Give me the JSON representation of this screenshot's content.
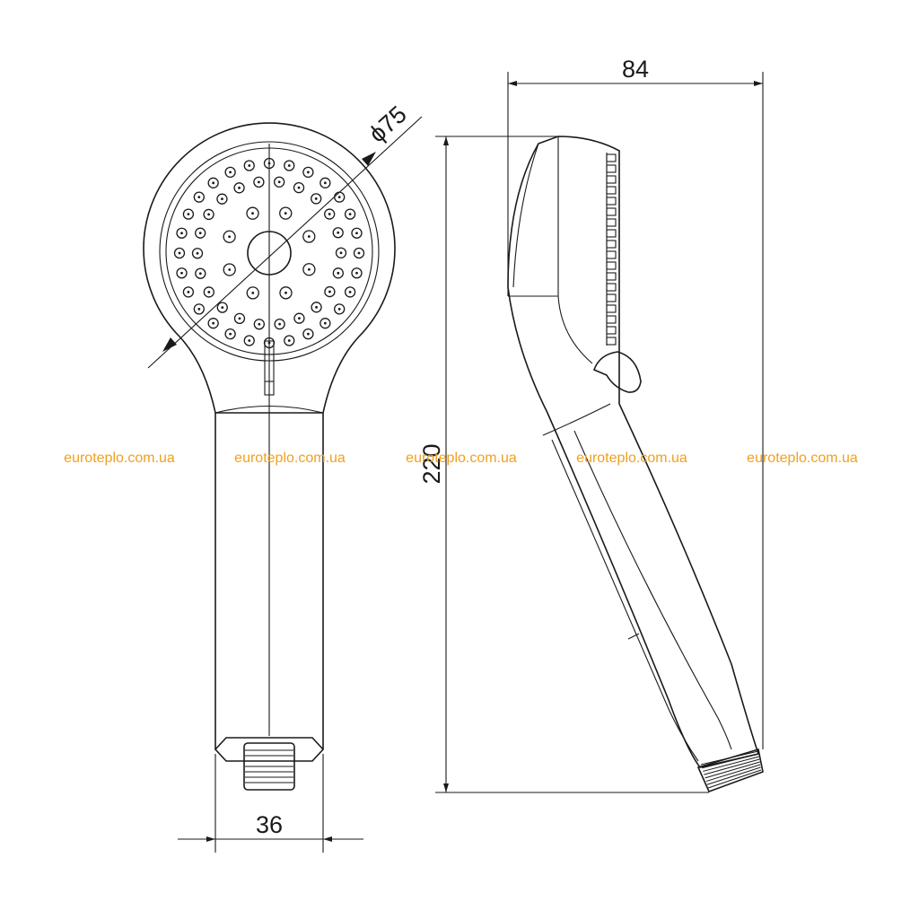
{
  "dimensions": {
    "diameter": "ϕ75",
    "width": "36",
    "depth": "84",
    "length": "220"
  },
  "watermarks": [
    "euroteplo.com.ua",
    "euroteplo.com.ua",
    "euroteplo.com.ua",
    "euroteplo.com.ua",
    "euroteplo.com.ua"
  ],
  "colors": {
    "line": "#1a1a1a",
    "watermark": "#f0a020",
    "background": "#ffffff"
  }
}
